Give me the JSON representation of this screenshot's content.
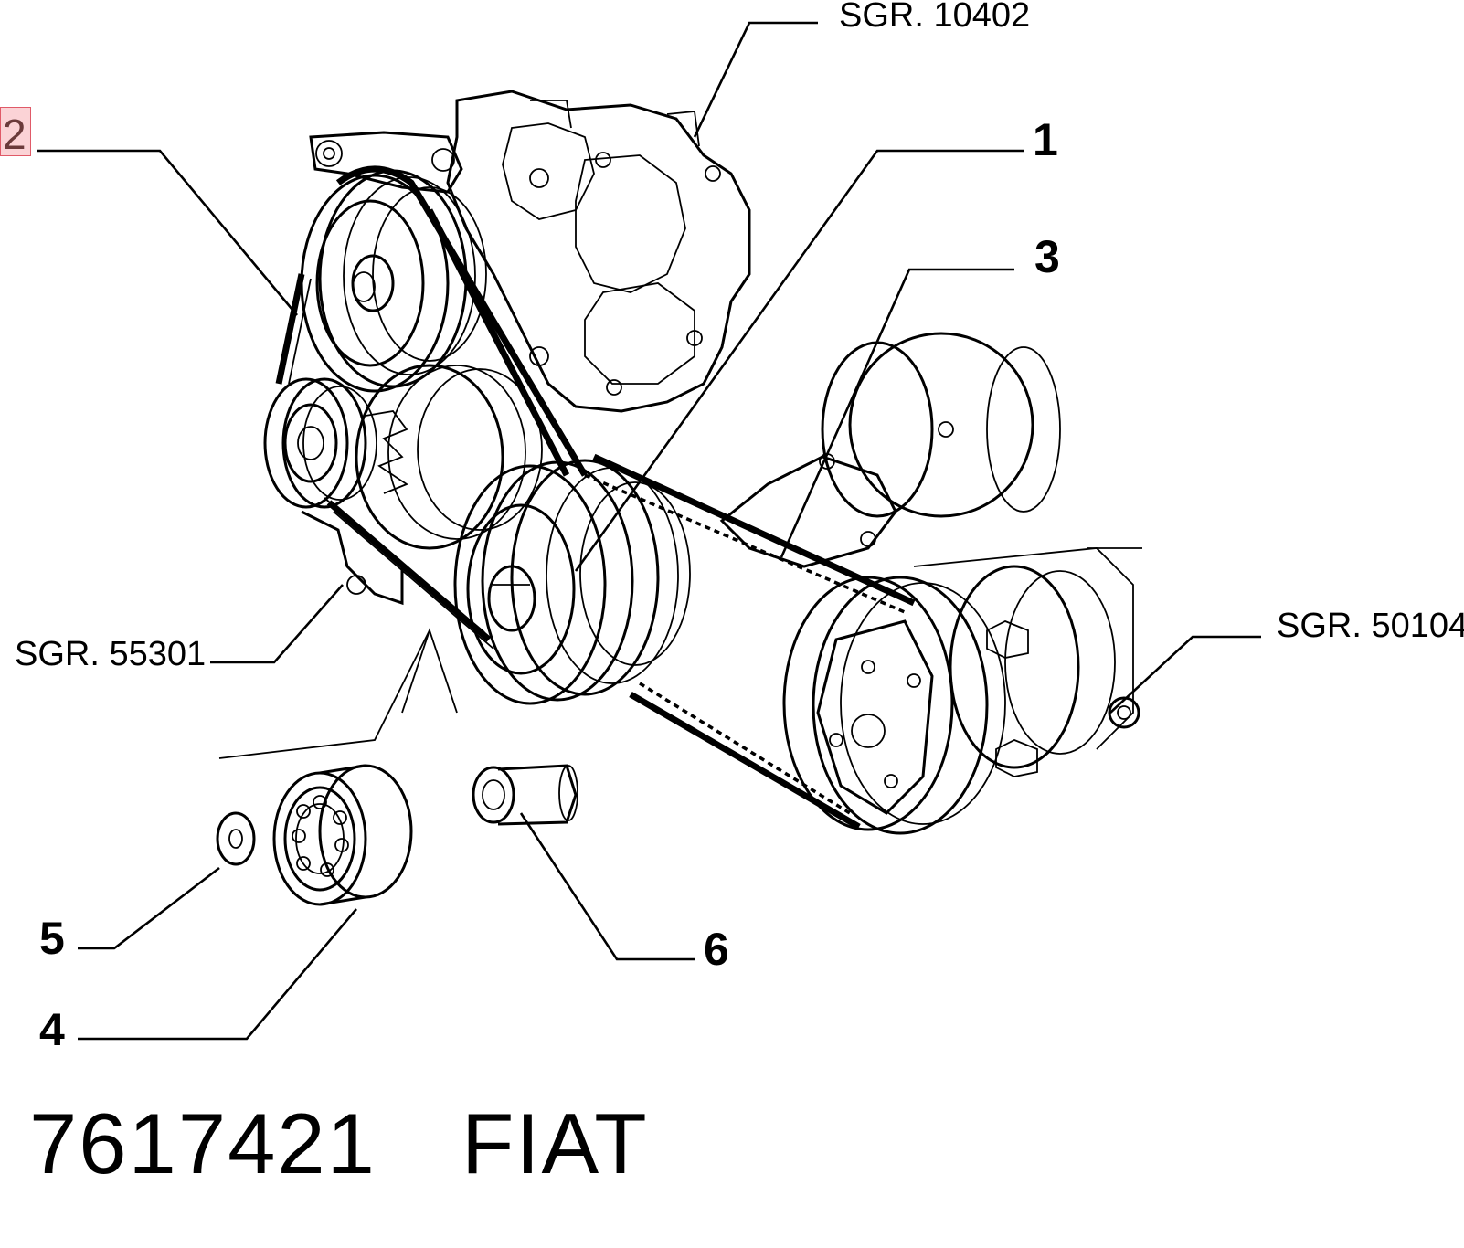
{
  "callouts": {
    "c1": "1",
    "c2": "2",
    "c3": "3",
    "c4": "4",
    "c5": "5",
    "c6": "6"
  },
  "sgr_refs": {
    "top": "SGR. 10402",
    "left": "SGR. 55301",
    "right": "SGR. 50104"
  },
  "footer": {
    "part_number": "7617421",
    "brand": "FIAT"
  },
  "highlight_color": "#fbd3d6"
}
